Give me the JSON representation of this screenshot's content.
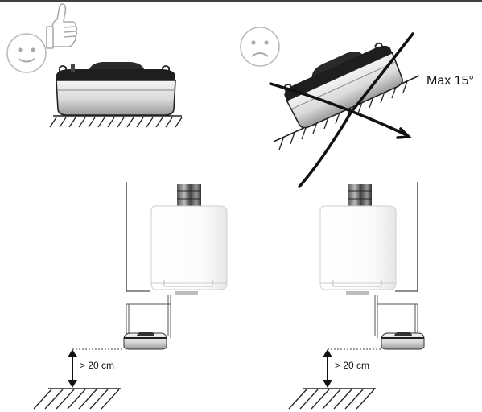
{
  "labels": {
    "max_tilt": "Max 15°",
    "clearance_left": "> 20 cm",
    "clearance_right": "> 20 cm"
  }
}
